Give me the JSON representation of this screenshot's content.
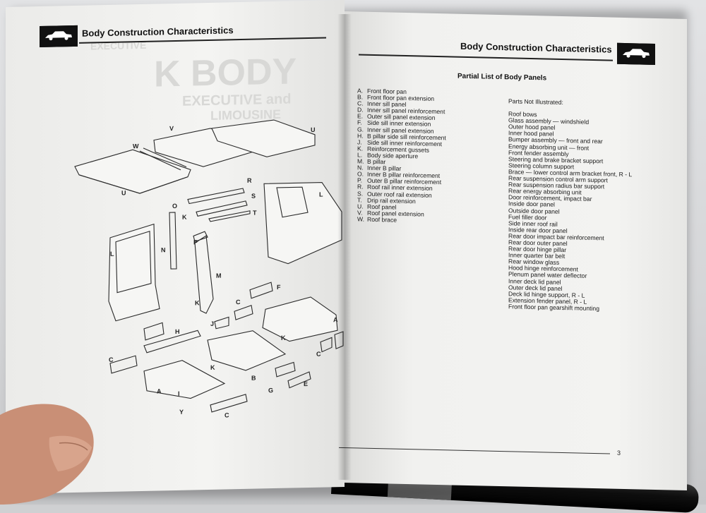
{
  "left_page": {
    "header_title": "Body Construction Characteristics",
    "ghost_text": [
      "EXECUTIVE",
      "K BODY",
      "EXECUTIVE and",
      "LIMOUSINE"
    ],
    "diagram_labels": [
      "W",
      "V",
      "U",
      "U",
      "R",
      "S",
      "T",
      "O",
      "K",
      "L",
      "N",
      "P",
      "M",
      "L",
      "K",
      "F",
      "C",
      "H",
      "J",
      "A",
      "C",
      "K",
      "C",
      "G",
      "E",
      "B",
      "K",
      "A",
      "Y",
      "C",
      "I"
    ]
  },
  "right_page": {
    "header_title": "Body Construction Characteristics",
    "subheading": "Partial List of Body Panels",
    "panels": [
      {
        "letter": "A.",
        "name": "Front floor pan"
      },
      {
        "letter": "B.",
        "name": "Front floor pan extension"
      },
      {
        "letter": "C.",
        "name": "Inner sill panel"
      },
      {
        "letter": "D.",
        "name": "Inner sill panel reinforcement"
      },
      {
        "letter": "E.",
        "name": "Outer sill panel extension"
      },
      {
        "letter": "F.",
        "name": "Side sill inner extension"
      },
      {
        "letter": "G.",
        "name": "Inner sill panel extension"
      },
      {
        "letter": "H.",
        "name": "B pillar side sill reinforcement"
      },
      {
        "letter": "J.",
        "name": "Side sill inner reinforcement"
      },
      {
        "letter": "K.",
        "name": "Reinforcement gussets"
      },
      {
        "letter": "L.",
        "name": "Body side aperture"
      },
      {
        "letter": "M.",
        "name": "B pillar"
      },
      {
        "letter": "N.",
        "name": "Inner B pillar"
      },
      {
        "letter": "O.",
        "name": "Inner B pillar reinforcement"
      },
      {
        "letter": "P.",
        "name": "Outer B pillar reinforcement"
      },
      {
        "letter": "R.",
        "name": "Roof rail inner extension"
      },
      {
        "letter": "S.",
        "name": "Outer roof rail extension"
      },
      {
        "letter": "T.",
        "name": "Drip rail extension"
      },
      {
        "letter": "U.",
        "name": "Roof panel"
      },
      {
        "letter": "V.",
        "name": "Roof panel extension"
      },
      {
        "letter": "W.",
        "name": "Roof brace"
      }
    ],
    "not_illustrated_heading": "Parts Not Illustrated:",
    "not_illustrated": [
      "Roof bows",
      "Glass assembly — windshield",
      "Outer hood panel",
      "Inner hood panel",
      "Bumper assembly — front and rear",
      "Energy absorbing unit — front",
      "Front fender assembly",
      "Steering and brake bracket support",
      "Steering column support",
      "Brace — lower control arm bracket front, R - L",
      "Rear suspension control arm support",
      "Rear suspension radius bar support",
      "Rear energy absorbing unit",
      "Door reinforcement, impact bar",
      "Inside door panel",
      "Outside door panel",
      "Fuel filler door",
      "Side inner roof rail",
      "Inside rear door panel",
      "Rear door impact bar reinforcement",
      "Rear door outer panel",
      "Rear door hinge pillar",
      "Inner quarter bar belt",
      "Rear window glass",
      "Hood hinge reinforcement",
      "Plenum panel water deflector",
      "Inner deck lid panel",
      "Outer deck lid panel",
      "Deck lid hinge support, R - L",
      "Extension fender panel, R - L",
      "Front floor pan gearshift mounting"
    ],
    "page_number": "3"
  }
}
